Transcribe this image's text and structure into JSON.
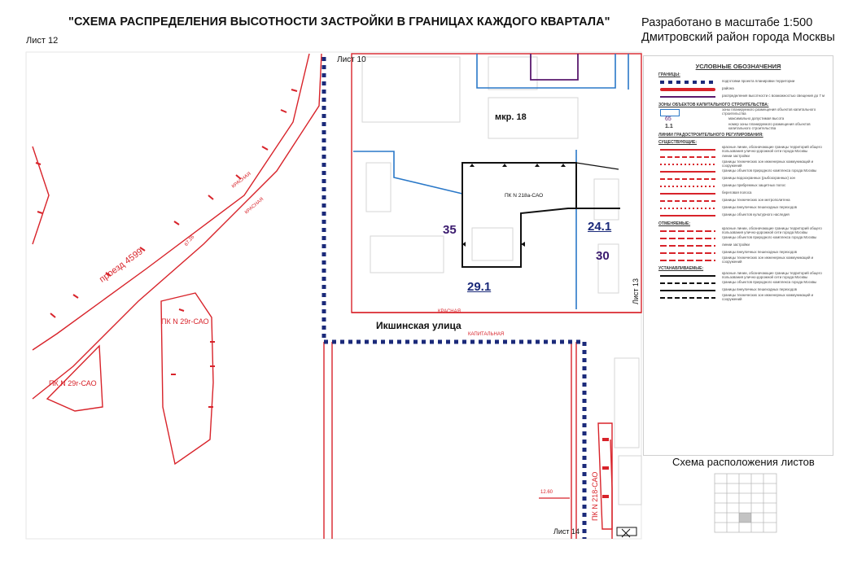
{
  "header": {
    "title": "\"СХЕМА РАСПРЕДЕЛЕНИЯ ВЫСОТНОСТИ ЗАСТРОЙКИ В ГРАНИЦАХ КАЖДОГО КВАРТАЛА\"",
    "scale": "Разработано в масштабе 1:500",
    "district": "Дмитровский район города Москвы",
    "sheet": "Лист 12"
  },
  "map": {
    "sheet_10": "Лист 10",
    "sheet_13": "Лист 13",
    "sheet_14": "Лист 14",
    "microdistrict": "мкр. 18",
    "street": "Икшинская улица",
    "proezd": "проезд 4599",
    "red_line_1": "КРАСНАЯ",
    "red_line_2": "КРАСНАЯ",
    "red_line_3": "КРАСНАЯ",
    "capital_label": "КАПИТАЛЬНАЯ",
    "dimension": "67.26",
    "dim_1260": "12.60",
    "zone_35": "35",
    "zone_30": "30",
    "height_241": "24.1",
    "height_291": "29.1",
    "pk_218a": "ПК N 218а-САО",
    "pk_29g_1": "ПК N 29г-САО",
    "pk_29g_2": "ПК N 29г-САО",
    "pk_218v": "ПК N 218-САО"
  },
  "legend": {
    "title": "УСЛОВНЫЕ ОБОЗНАЧЕНИЯ",
    "sec_borders": "ГРАНИЦЫ:",
    "items_borders": [
      "подготовки проекта планировки территории",
      "района",
      "распределения высотности с возможностью свещения до 7 м"
    ],
    "sec_zones": "ЗОНЫ ОБЪЕКТОВ КАПИТАЛЬНОГО СТРОИТЕЛЬСТВА:",
    "items_zones": [
      "зоны планируемого размещения объектов капитального строительства",
      "максимально допустимая высота",
      "номер зоны планируемого размещения объектов капитального строительства"
    ],
    "sym_65": "65",
    "sym_11": "1.1",
    "sec_lines": "ЛИНИИ ГРАДОСТРОИТЕЛЬНОГО РЕГУЛИРОВАНИЯ:",
    "sec_existing": "СУЩЕСТВУЮЩИЕ:",
    "items_existing": [
      "красные линии, обозначающие границы территорий общего пользования улично-дорожной сети города Москвы",
      "линии застройки",
      "границы технических зон инженерных коммуникаций и сооружений",
      "границы объектов природного комплекса города Москвы",
      "границы водоохранных (рыбоохранных) зон",
      "границы прибрежных защитных полос",
      "береговая полоса",
      "границы технических зон метрополитена",
      "границы внеуличных пешеходных переходов",
      "границы объектов культурного наследия"
    ],
    "sec_cancel": "ОТМЕНЯЕМЫЕ:",
    "items_cancel": [
      "красные линии, обозначающие границы территорий общего пользования улично-дорожной сети города Москвы",
      "границы объектов природного комплекса города Москвы",
      "линии застройки",
      "границы внеуличных пешеходных переходов",
      "границы технических зон инженерных коммуникаций и сооружений"
    ],
    "sec_new": "УСТАНАВЛИВАЕМЫЕ:",
    "items_new": [
      "красные линии, обозначающие границы территорий общего пользования улично-дорожной сети города Москвы",
      "границы объектов природного комплекса города Москвы",
      "границы внеуличных пешеходных переходов",
      "границы технических зон инженерных коммуникаций и сооружений"
    ]
  },
  "scheme": {
    "title": "Схема расположения листов"
  },
  "colors": {
    "red": "#d8232a",
    "blue": "#2a78c8",
    "navy": "#1b2a7a",
    "purple": "#5a1a6e"
  }
}
